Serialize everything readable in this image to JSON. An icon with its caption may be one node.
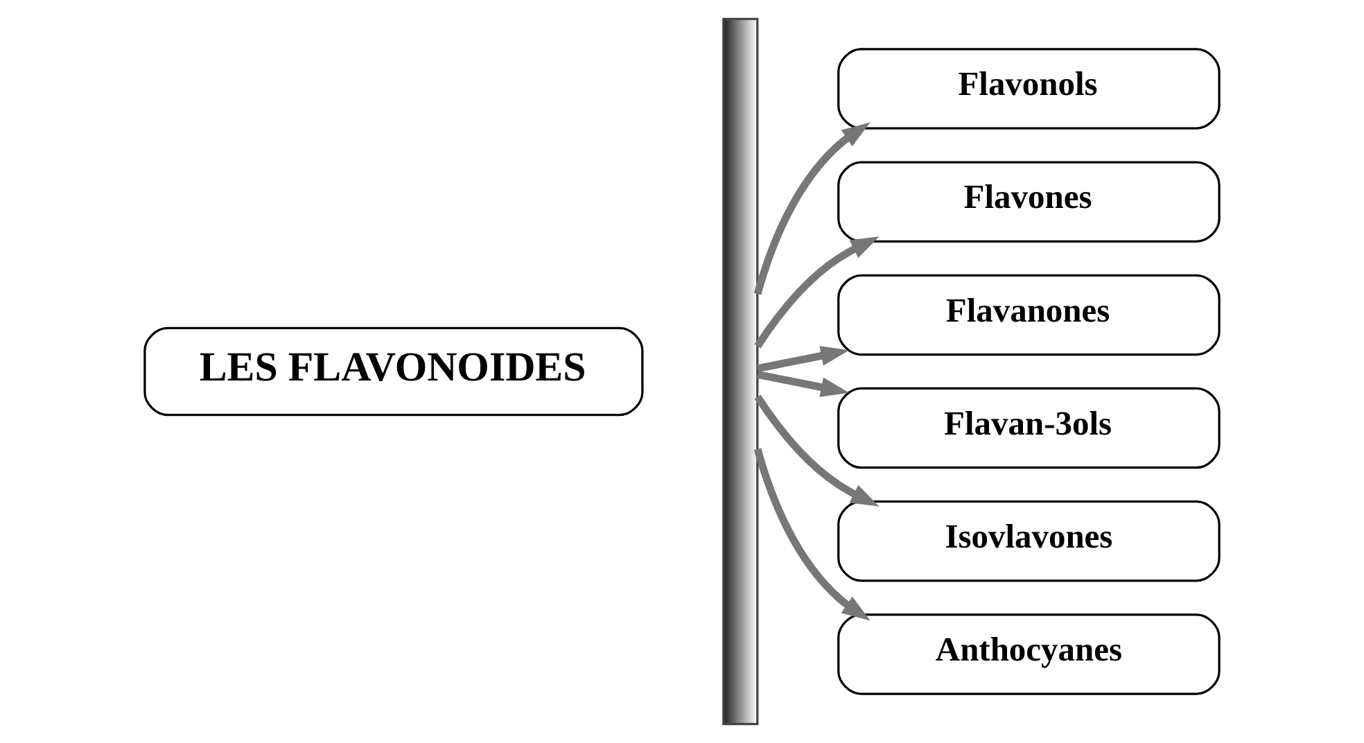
{
  "diagram": {
    "nodes": [
      {
        "text": [
          "LES FLAVONOIDES"
        ]
      },
      {
        "text": [],
        "shape": "bar"
      },
      {
        "text": [
          "Flavonols"
        ]
      },
      {
        "text": [
          "Flavones"
        ]
      },
      {
        "text": [
          "Flavanones"
        ]
      },
      {
        "text": [
          "Flavan-3ols"
        ]
      },
      {
        "text": [
          "Isovlavones"
        ]
      },
      {
        "text": [
          "Anthocyanes"
        ]
      }
    ],
    "edges": [
      {
        "from": 1,
        "to": 2,
        "arrow": "to"
      },
      {
        "from": 1,
        "to": 3,
        "arrow": "to"
      },
      {
        "from": 1,
        "to": 4,
        "arrow": "to"
      },
      {
        "from": 1,
        "to": 5,
        "arrow": "to"
      },
      {
        "from": 1,
        "to": 6,
        "arrow": "to"
      },
      {
        "from": 1,
        "to": 7,
        "arrow": "to"
      }
    ]
  }
}
